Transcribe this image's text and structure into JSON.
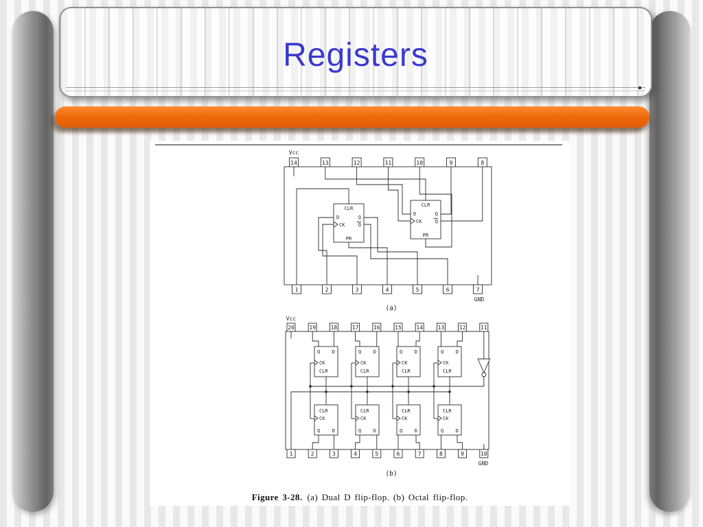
{
  "colors": {
    "title-blue": "#3a3ace",
    "accent-orange": "#ef6c0c",
    "stripe-gray": "#e8e8e8",
    "side-gray-dark": "#6b6b6b",
    "figure-ink": "#222222"
  },
  "slide": {
    "title": "Registers"
  },
  "figure": {
    "caption": {
      "label": "Figure 3-28.",
      "text": "(a) Dual D flip-flop. (b) Octal flip-flop."
    },
    "diagram_a": {
      "sublabel": "(a)",
      "vcc_label": "Vcc",
      "gnd_label": "GND",
      "top_pins": [
        "14",
        "13",
        "12",
        "11",
        "10",
        "9",
        "8"
      ],
      "bottom_pins": [
        "1",
        "2",
        "3",
        "4",
        "5",
        "6",
        "7"
      ],
      "flipflops": [
        {
          "clr": "CLR",
          "d": "D",
          "q": "Q",
          "ck": "CK",
          "qbar": "Q",
          "pr": "PR"
        },
        {
          "clr": "CLR",
          "d": "D",
          "q": "Q",
          "ck": "CK",
          "qbar": "Q",
          "pr": "PR"
        }
      ]
    },
    "diagram_b": {
      "sublabel": "(b)",
      "vcc_label": "Vcc",
      "gnd_label": "GND",
      "top_pins": [
        "20",
        "19",
        "18",
        "17",
        "16",
        "15",
        "14",
        "13",
        "12",
        "11"
      ],
      "bottom_pins": [
        "1",
        "2",
        "3",
        "4",
        "5",
        "6",
        "7",
        "8",
        "9",
        "10"
      ],
      "cell_labels": {
        "q": "Q",
        "d": "D",
        "ck": "CK",
        "clr": "CLR"
      }
    }
  }
}
